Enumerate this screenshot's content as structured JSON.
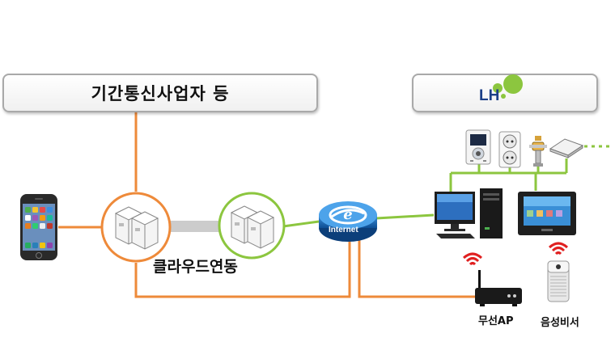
{
  "diagram": {
    "provider_label": "기간통신사업자 등",
    "brand_logo": "LH",
    "cloud_label": "클라우드연동",
    "internet_label": "Internet",
    "router_label": "무선AP",
    "voice_assistant_label": "음성비서",
    "colors": {
      "orange_line": "#ee8a3a",
      "green_line": "#8cc63f",
      "gray_link": "#cccccc",
      "lh_green": "#8cc63f",
      "lh_navy": "#1b3f87",
      "wifi_red": "#e02020"
    },
    "icons": {
      "smartphone": "smartphone-icon",
      "server_cloud": "server-icon",
      "internet_globe": "internet-globe-icon",
      "desktop": "desktop-computer-icon",
      "wallpad": "wallpad-monitor-icon",
      "router": "wireless-router-icon",
      "speaker": "smart-speaker-icon",
      "wifi": "wifi-signal-icon"
    }
  }
}
